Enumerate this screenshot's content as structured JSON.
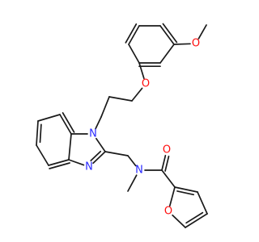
{
  "colors": {
    "bond": "#1a1a1a",
    "carbon": "#1a1a1a",
    "oxygen": "#ff0d0d",
    "nitrogen": "#2a2aff",
    "background": "#ffffff"
  },
  "atom_labels": {
    "ether_o_methoxy": "O",
    "ether_o_phenoxy": "O",
    "benzimidazole_n1": "N",
    "benzimidazole_n3": "N",
    "amide_n": "N",
    "carbonyl_o": "O",
    "furan_o": "O"
  },
  "molecule": {
    "atoms": [
      {
        "id": "me1",
        "el": "C"
      },
      {
        "id": "o1",
        "el": "O",
        "label": "ether_o_methoxy"
      },
      {
        "id": "c1",
        "el": "C"
      },
      {
        "id": "c2",
        "el": "C"
      },
      {
        "id": "c3",
        "el": "C"
      },
      {
        "id": "c4",
        "el": "C"
      },
      {
        "id": "c5",
        "el": "C"
      },
      {
        "id": "c6",
        "el": "C"
      },
      {
        "id": "o2",
        "el": "O",
        "label": "ether_o_phenoxy"
      },
      {
        "id": "ch2a",
        "el": "C"
      },
      {
        "id": "ch2b",
        "el": "C"
      },
      {
        "id": "ch2c",
        "el": "C"
      },
      {
        "id": "n1",
        "el": "N",
        "label": "benzimidazole_n1"
      },
      {
        "id": "c7a",
        "el": "C"
      },
      {
        "id": "c7",
        "el": "C"
      },
      {
        "id": "c6b",
        "el": "C"
      },
      {
        "id": "c5b",
        "el": "C"
      },
      {
        "id": "c4b",
        "el": "C"
      },
      {
        "id": "c3a",
        "el": "C"
      },
      {
        "id": "n3",
        "el": "N",
        "label": "benzimidazole_n3"
      },
      {
        "id": "c2b",
        "el": "C"
      },
      {
        "id": "ch2d",
        "el": "C"
      },
      {
        "id": "n4",
        "el": "N",
        "label": "amide_n"
      },
      {
        "id": "nme",
        "el": "C"
      },
      {
        "id": "co",
        "el": "C"
      },
      {
        "id": "o3",
        "el": "O",
        "label": "carbonyl_o"
      },
      {
        "id": "f2",
        "el": "C"
      },
      {
        "id": "of",
        "el": "O",
        "label": "furan_o"
      },
      {
        "id": "f5",
        "el": "C"
      },
      {
        "id": "f4",
        "el": "C"
      },
      {
        "id": "f3",
        "el": "C"
      }
    ],
    "bonds": [
      {
        "a": "me1",
        "b": "o1",
        "order": 1
      },
      {
        "a": "o1",
        "b": "c1",
        "order": 1
      },
      {
        "a": "c1",
        "b": "c2",
        "order": 2
      },
      {
        "a": "c2",
        "b": "c3",
        "order": 1
      },
      {
        "a": "c3",
        "b": "c4",
        "order": 2
      },
      {
        "a": "c4",
        "b": "c5",
        "order": 1
      },
      {
        "a": "c5",
        "b": "c6",
        "order": 2
      },
      {
        "a": "c6",
        "b": "c1",
        "order": 1
      },
      {
        "a": "c5",
        "b": "o2",
        "order": 1
      },
      {
        "a": "o2",
        "b": "ch2a",
        "order": 1
      },
      {
        "a": "ch2a",
        "b": "ch2b",
        "order": 1
      },
      {
        "a": "ch2b",
        "b": "ch2c",
        "order": 1
      },
      {
        "a": "ch2c",
        "b": "n1",
        "order": 1
      },
      {
        "a": "n1",
        "b": "c7a",
        "order": 1
      },
      {
        "a": "c7a",
        "b": "c7",
        "order": 2
      },
      {
        "a": "c7",
        "b": "c6b",
        "order": 1
      },
      {
        "a": "c6b",
        "b": "c5b",
        "order": 2
      },
      {
        "a": "c5b",
        "b": "c4b",
        "order": 1
      },
      {
        "a": "c4b",
        "b": "c3a",
        "order": 2
      },
      {
        "a": "c3a",
        "b": "c7a",
        "order": 1
      },
      {
        "a": "c3a",
        "b": "n3",
        "order": 1
      },
      {
        "a": "n3",
        "b": "c2b",
        "order": 2
      },
      {
        "a": "c2b",
        "b": "n1",
        "order": 1
      },
      {
        "a": "c2b",
        "b": "ch2d",
        "order": 1
      },
      {
        "a": "ch2d",
        "b": "n4",
        "order": 1
      },
      {
        "a": "n4",
        "b": "nme",
        "order": 1
      },
      {
        "a": "n4",
        "b": "co",
        "order": 1
      },
      {
        "a": "co",
        "b": "o3",
        "order": 2
      },
      {
        "a": "co",
        "b": "f2",
        "order": 1
      },
      {
        "a": "f2",
        "b": "of",
        "order": 1
      },
      {
        "a": "of",
        "b": "f5",
        "order": 1
      },
      {
        "a": "f5",
        "b": "f4",
        "order": 2
      },
      {
        "a": "f4",
        "b": "f3",
        "order": 1
      },
      {
        "a": "f3",
        "b": "f2",
        "order": 2
      }
    ]
  }
}
